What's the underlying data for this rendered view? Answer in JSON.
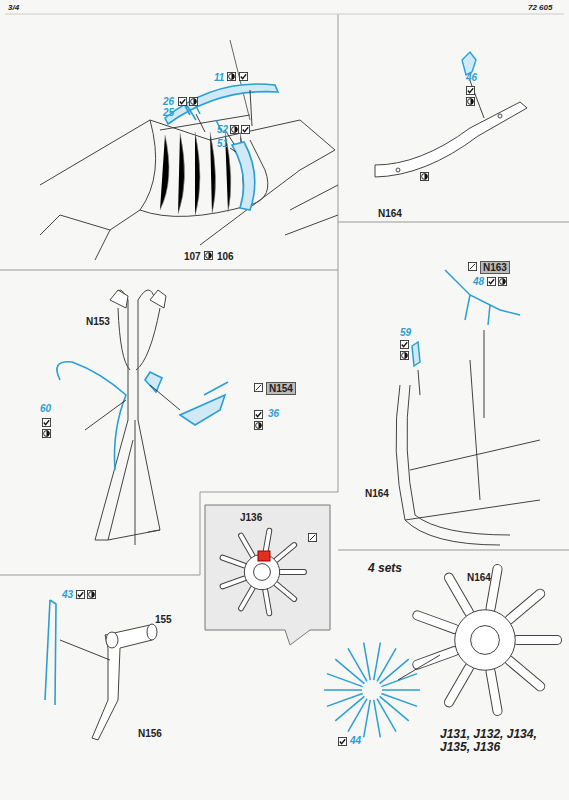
{
  "diagram": {
    "labels": [
      "3/4",
      "72 605",
      "11",
      "26",
      "25",
      "52",
      "51",
      "107",
      "106",
      "46",
      "N164",
      "60",
      "N153",
      "N154",
      "36",
      "N163",
      "48",
      "59",
      "N164",
      "N164",
      "43",
      "155",
      "N156",
      "J136",
      "4 sets",
      "44",
      "J131, J132, J134, J135, J136"
    ]
  }
}
